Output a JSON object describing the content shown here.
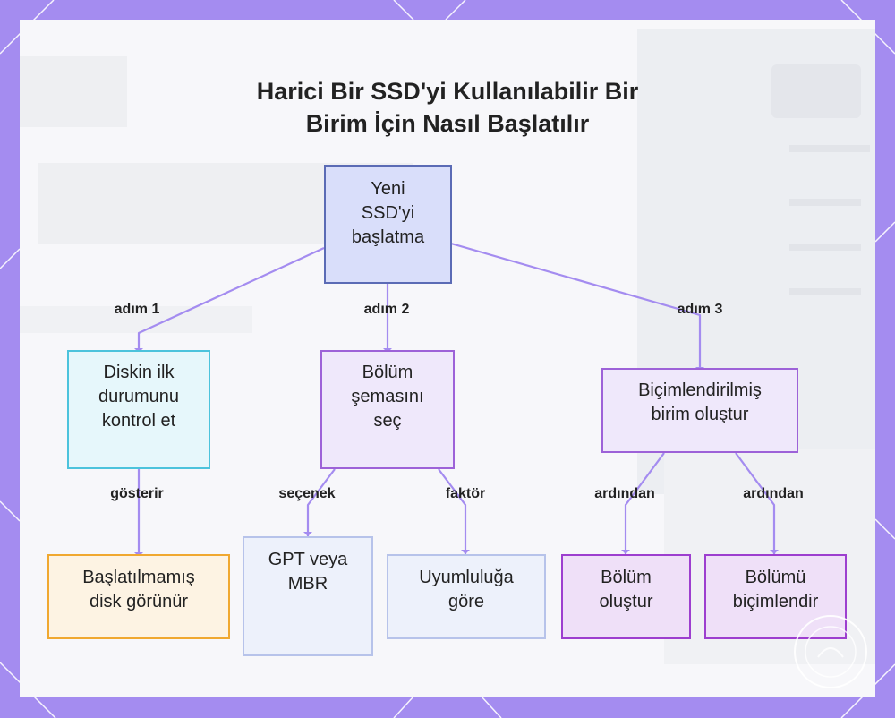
{
  "title": {
    "line1": "Harici Bir SSD'yi Kullanılabilir Bir",
    "line2": "Birim İçin Nasıl Başlatılır"
  },
  "nodes": {
    "root": {
      "lines": [
        "Yeni",
        "SSD'yi",
        "başlatma"
      ],
      "fill": "#d9defa",
      "border": "#5b6bb5"
    },
    "step1": {
      "lines": [
        "Diskin ilk",
        "durumunu",
        "kontrol et"
      ],
      "fill": "#e6f7fb",
      "border": "#4cc3dc"
    },
    "step2": {
      "lines": [
        "Bölüm",
        "şemasını",
        "seç"
      ],
      "fill": "#efe8fb",
      "border": "#9d62d8"
    },
    "step3": {
      "lines": [
        "Biçimlendirilmiş",
        "birim oluştur"
      ],
      "fill": "#efe8fb",
      "border": "#9d62d8"
    },
    "leaf1": {
      "lines": [
        "Başlatılmamış",
        "disk görünür"
      ],
      "fill": "#fdf3e3",
      "border": "#f0a830"
    },
    "leaf2": {
      "lines": [
        "GPT veya",
        "MBR"
      ],
      "fill": "#edf1fb",
      "border": "#b7c3ea"
    },
    "leaf3": {
      "lines": [
        "Uyumluluğa",
        "göre"
      ],
      "fill": "#edf1fb",
      "border": "#b7c3ea"
    },
    "leaf4": {
      "lines": [
        "Bölüm",
        "oluştur"
      ],
      "fill": "#efe0f8",
      "border": "#9d3fcf"
    },
    "leaf5": {
      "lines": [
        "Bölümü",
        "biçimlendir"
      ],
      "fill": "#efe0f8",
      "border": "#9d3fcf"
    }
  },
  "edge_labels": {
    "step1": "adım 1",
    "step2": "adım 2",
    "step3": "adım 3",
    "shows": "gösterir",
    "option": "seçenek",
    "factor": "faktör",
    "then_a": "ardından",
    "then_b": "ardından"
  },
  "colors": {
    "frame": "#a48cf0",
    "canvas": "#f7f7fa",
    "connector": "#a48cf0"
  }
}
